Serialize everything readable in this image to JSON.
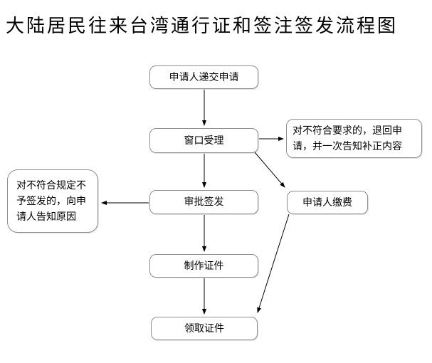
{
  "title": "大陆居民往来台湾通行证和签注签发流程图",
  "nodes": {
    "submit": {
      "label": "申请人递交申请"
    },
    "accept": {
      "label": "窗口受理"
    },
    "return_note": {
      "label": "对不符合要求的，退回申请，并一次告知补正内容"
    },
    "fee": {
      "label": "申请人缴费"
    },
    "approve": {
      "label": "审批签发"
    },
    "reject_note": {
      "label": "对不符合规定不予签发的，向申请人告知原因"
    },
    "produce": {
      "label": "制作证件"
    },
    "collect": {
      "label": "领取证件"
    }
  },
  "edges": [
    {
      "from": "申请人递交申请",
      "to": "窗口受理"
    },
    {
      "from": "窗口受理",
      "to": "对不符合要求的，退回申请，并一次告知补正内容"
    },
    {
      "from": "窗口受理",
      "to": "申请人缴费"
    },
    {
      "from": "窗口受理",
      "to": "审批签发"
    },
    {
      "from": "审批签发",
      "to": "对不符合规定不予签发的，向申请人告知原因"
    },
    {
      "from": "审批签发",
      "to": "制作证件"
    },
    {
      "from": "制作证件",
      "to": "领取证件"
    },
    {
      "from": "申请人缴费",
      "to": "领取证件"
    }
  ],
  "colors": {
    "background": "#ffffff",
    "box_border": "#8f8f8f",
    "text": "#000000",
    "arrow": "#000000"
  }
}
